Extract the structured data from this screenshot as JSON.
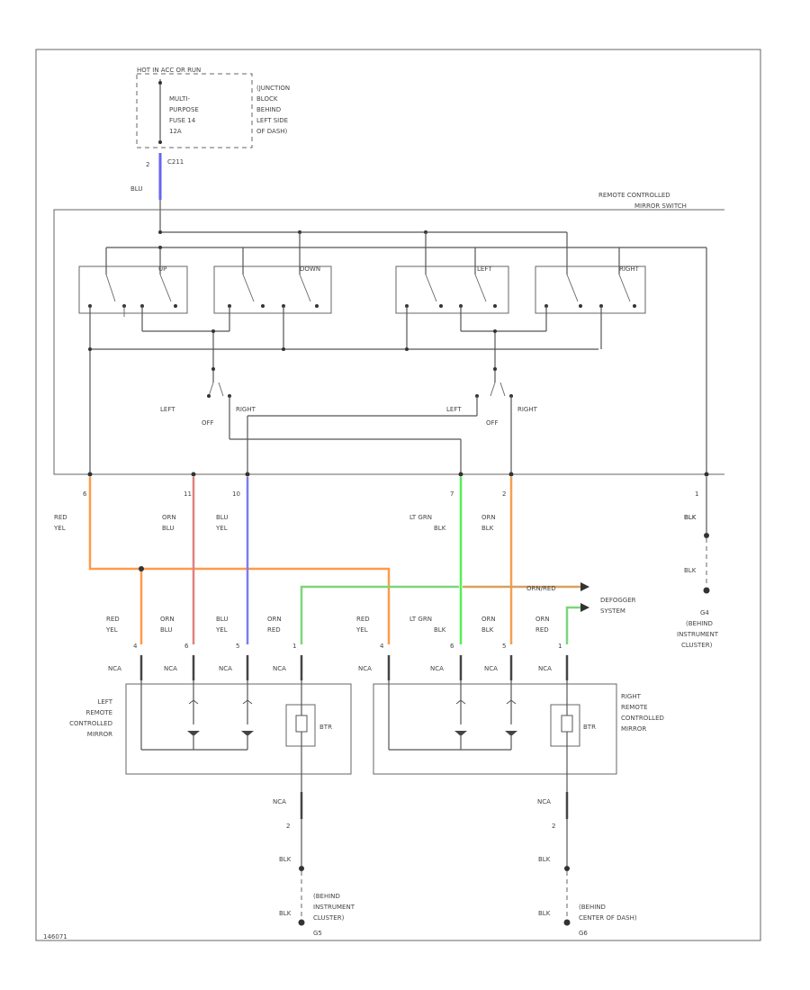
{
  "colors": {
    "red_yel": "#ff9a4a",
    "orn_blu": "#e08080",
    "blu_yel": "#7d7dee",
    "lt_grn_blk": "#55ee55",
    "orn_blk": "#f5a050",
    "orn_red_a": "#7bd67b",
    "orn_red_b": "#d9a060",
    "fuse_wire": "#6666ee"
  },
  "fuse": {
    "header": "HOT IN ACC OR RUN",
    "name_lines": [
      "MULTI-",
      "PURPOSE",
      "FUSE 14",
      "12A"
    ],
    "location_lines": [
      "(JUNCTION",
      "BLOCK",
      "BEHIND",
      "LEFT SIDE",
      "OF DASH)"
    ],
    "pin": "2",
    "connector": "C211",
    "wire_color": "BLU"
  },
  "switch": {
    "title_lines": [
      "REMOTE CONTROLLED",
      "MIRROR SWITCH"
    ],
    "pos_left": "LEFT",
    "pos_right": "RIGHT",
    "pos_off": "OFF",
    "gang_labels": [
      "UP",
      "DOWN",
      "LEFT",
      "RIGHT"
    ]
  },
  "upper_wires": [
    {
      "pin": "6",
      "c1": "RED",
      "c2": "YEL"
    },
    {
      "pin": "11",
      "c1": "ORN",
      "c2": "BLU"
    },
    {
      "pin": "10",
      "c1": "BLU",
      "c2": "YEL"
    },
    {
      "pin": "7",
      "c1": "LT GRN",
      "c2": "BLK"
    },
    {
      "pin": "2",
      "c1": "ORN",
      "c2": "BLK"
    },
    {
      "pin": "1",
      "c1": "BLK",
      "c2": ""
    }
  ],
  "switch_ground": {
    "wire_top": "BLK",
    "wire_bottom": "BLK",
    "loc_lines": [
      "G4",
      "(BEHIND",
      "INSTRUMENT",
      "CLUSTER)"
    ]
  },
  "lower_wires": [
    {
      "pin": "4",
      "c1": "RED",
      "c2": "YEL",
      "conn": "NCA"
    },
    {
      "pin": "6",
      "c1": "ORN",
      "c2": "BLU",
      "conn": "NCA"
    },
    {
      "pin": "5",
      "c1": "BLU",
      "c2": "YEL",
      "conn": "NCA"
    },
    {
      "pin": "1",
      "c1": "ORN",
      "c2": "RED",
      "conn": "NCA"
    },
    {
      "pin": "4",
      "c1": "RED",
      "c2": "YEL",
      "conn": "NCA"
    },
    {
      "pin": "6",
      "c1": "LT GRN",
      "c2": "BLK",
      "conn": "NCA"
    },
    {
      "pin": "5",
      "c1": "ORN",
      "c2": "BLK",
      "conn": "NCA"
    },
    {
      "pin": "1",
      "c1": "ORN",
      "c2": "RED",
      "conn": "NCA"
    }
  ],
  "orn_red_label": "ORN/RED",
  "defogger_lines": [
    "DEFOGGER",
    "SYSTEM"
  ],
  "left_mirror_lines": [
    "LEFT",
    "REMOTE",
    "CONTROLLED",
    "MIRROR"
  ],
  "right_mirror_lines": [
    "RIGHT",
    "REMOTE",
    "CONTROLLED",
    "MIRROR"
  ],
  "heater_label": "BTR",
  "ground_left": {
    "conn": "NCA",
    "pin": "2",
    "wire_top": "BLK",
    "wire_bottom": "BLK",
    "loc_lines": [
      "(BEHIND",
      "INSTRUMENT",
      "CLUSTER)"
    ],
    "gname": "G5"
  },
  "ground_right": {
    "conn": "NCA",
    "pin": "2",
    "wire_top": "BLK",
    "wire_bottom": "BLK",
    "loc_lines": [
      "(BEHIND",
      "CENTER OF DASH)"
    ],
    "gname": "G6"
  },
  "figure_id": "146071"
}
